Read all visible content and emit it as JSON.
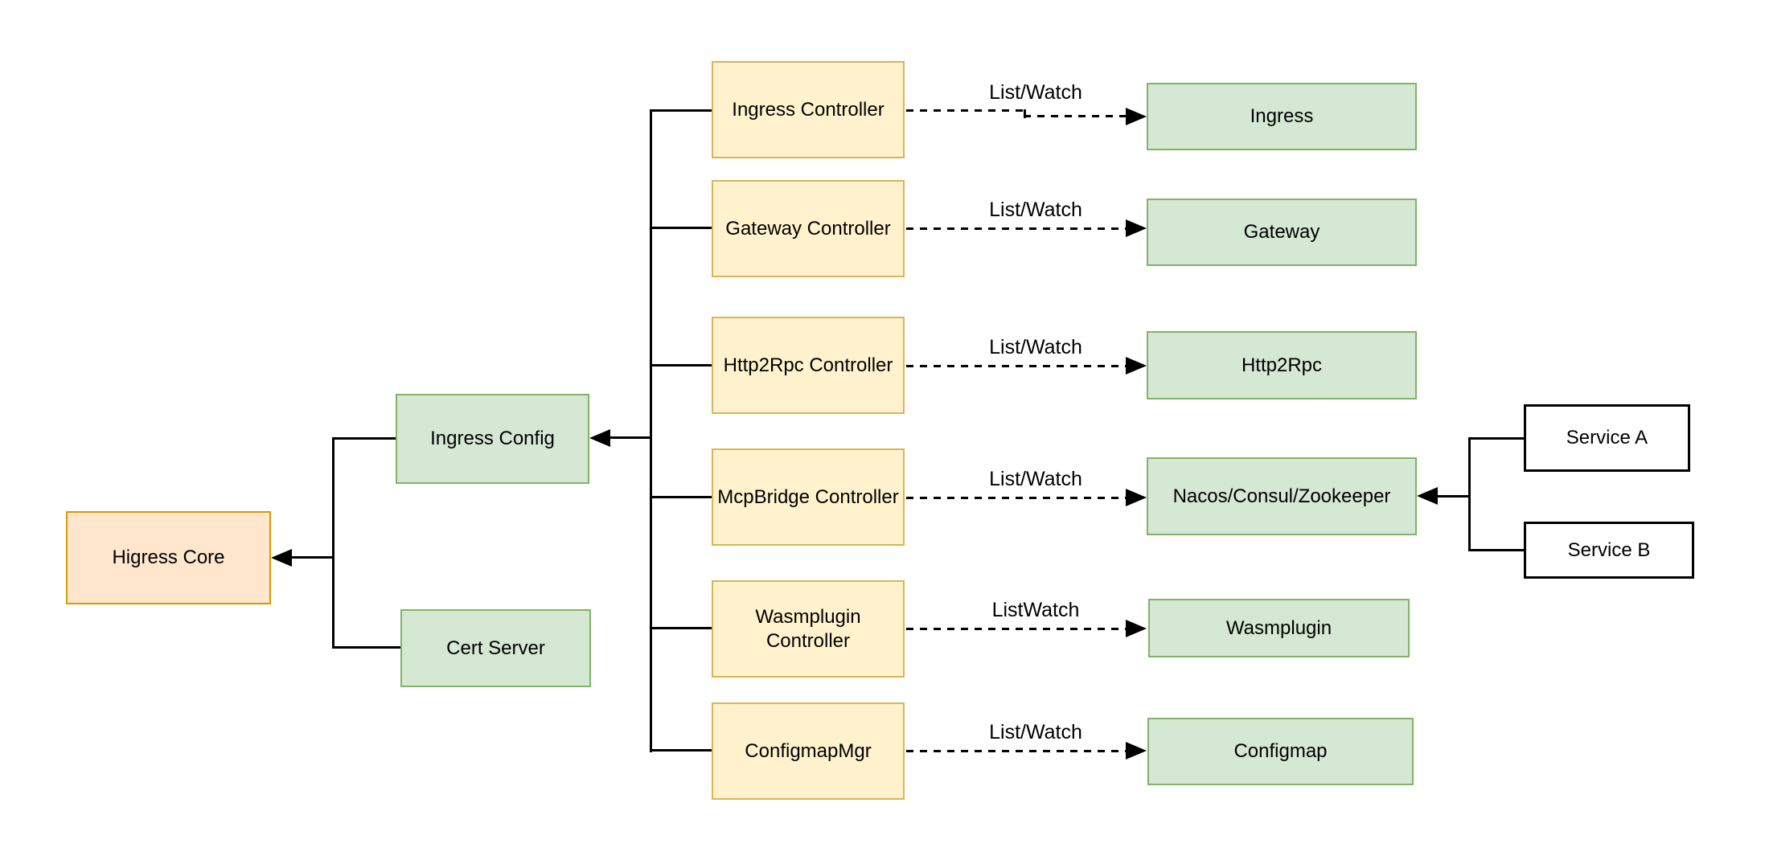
{
  "diagram": {
    "background": "#FFFFFF",
    "core": {
      "label": "Higress Core"
    },
    "config_layer": [
      {
        "label": "Ingress Config"
      },
      {
        "label": "Cert Server"
      }
    ],
    "controller_rows": [
      {
        "controller": "Ingress Controller",
        "edge_label": "List/Watch",
        "resource": "Ingress"
      },
      {
        "controller": "Gateway Controller",
        "edge_label": "List/Watch",
        "resource": "Gateway"
      },
      {
        "controller": "Http2Rpc Controller",
        "edge_label": "List/Watch",
        "resource": "Http2Rpc"
      },
      {
        "controller": "McpBridge Controller",
        "edge_label": "List/Watch",
        "resource": "Nacos/Consul/Zookeeper"
      },
      {
        "controller": "Wasmplugin\nController",
        "edge_label": "ListWatch",
        "resource": "Wasmplugin"
      },
      {
        "controller": "ConfigmapMgr",
        "edge_label": "List/Watch",
        "resource": "Configmap"
      }
    ],
    "services": [
      {
        "label": "Service A"
      },
      {
        "label": "Service B"
      }
    ],
    "relations": [
      {
        "from": "Ingress Config",
        "to": "Higress Core",
        "style": "solid-arrow"
      },
      {
        "from": "Cert Server",
        "to": "Higress Core",
        "style": "solid-arrow"
      },
      {
        "from": "controllers",
        "to": "Ingress Config",
        "style": "solid-arrow"
      },
      {
        "from": "each controller",
        "to": "its resource",
        "style": "dashed-arrow"
      },
      {
        "from": "Service A / Service B",
        "to": "Nacos/Consul/Zookeeper",
        "style": "solid-arrow"
      }
    ],
    "colors": {
      "core_fill": "#FFE6CC",
      "core_stroke": "#D79B00",
      "green_fill": "#D5E8D4",
      "green_stroke": "#82B366",
      "yellow_fill": "#FFF2CC",
      "yellow_stroke": "#D6B656",
      "service_fill": "#FFFFFF",
      "service_stroke": "#000000",
      "edge": "#000000"
    }
  }
}
